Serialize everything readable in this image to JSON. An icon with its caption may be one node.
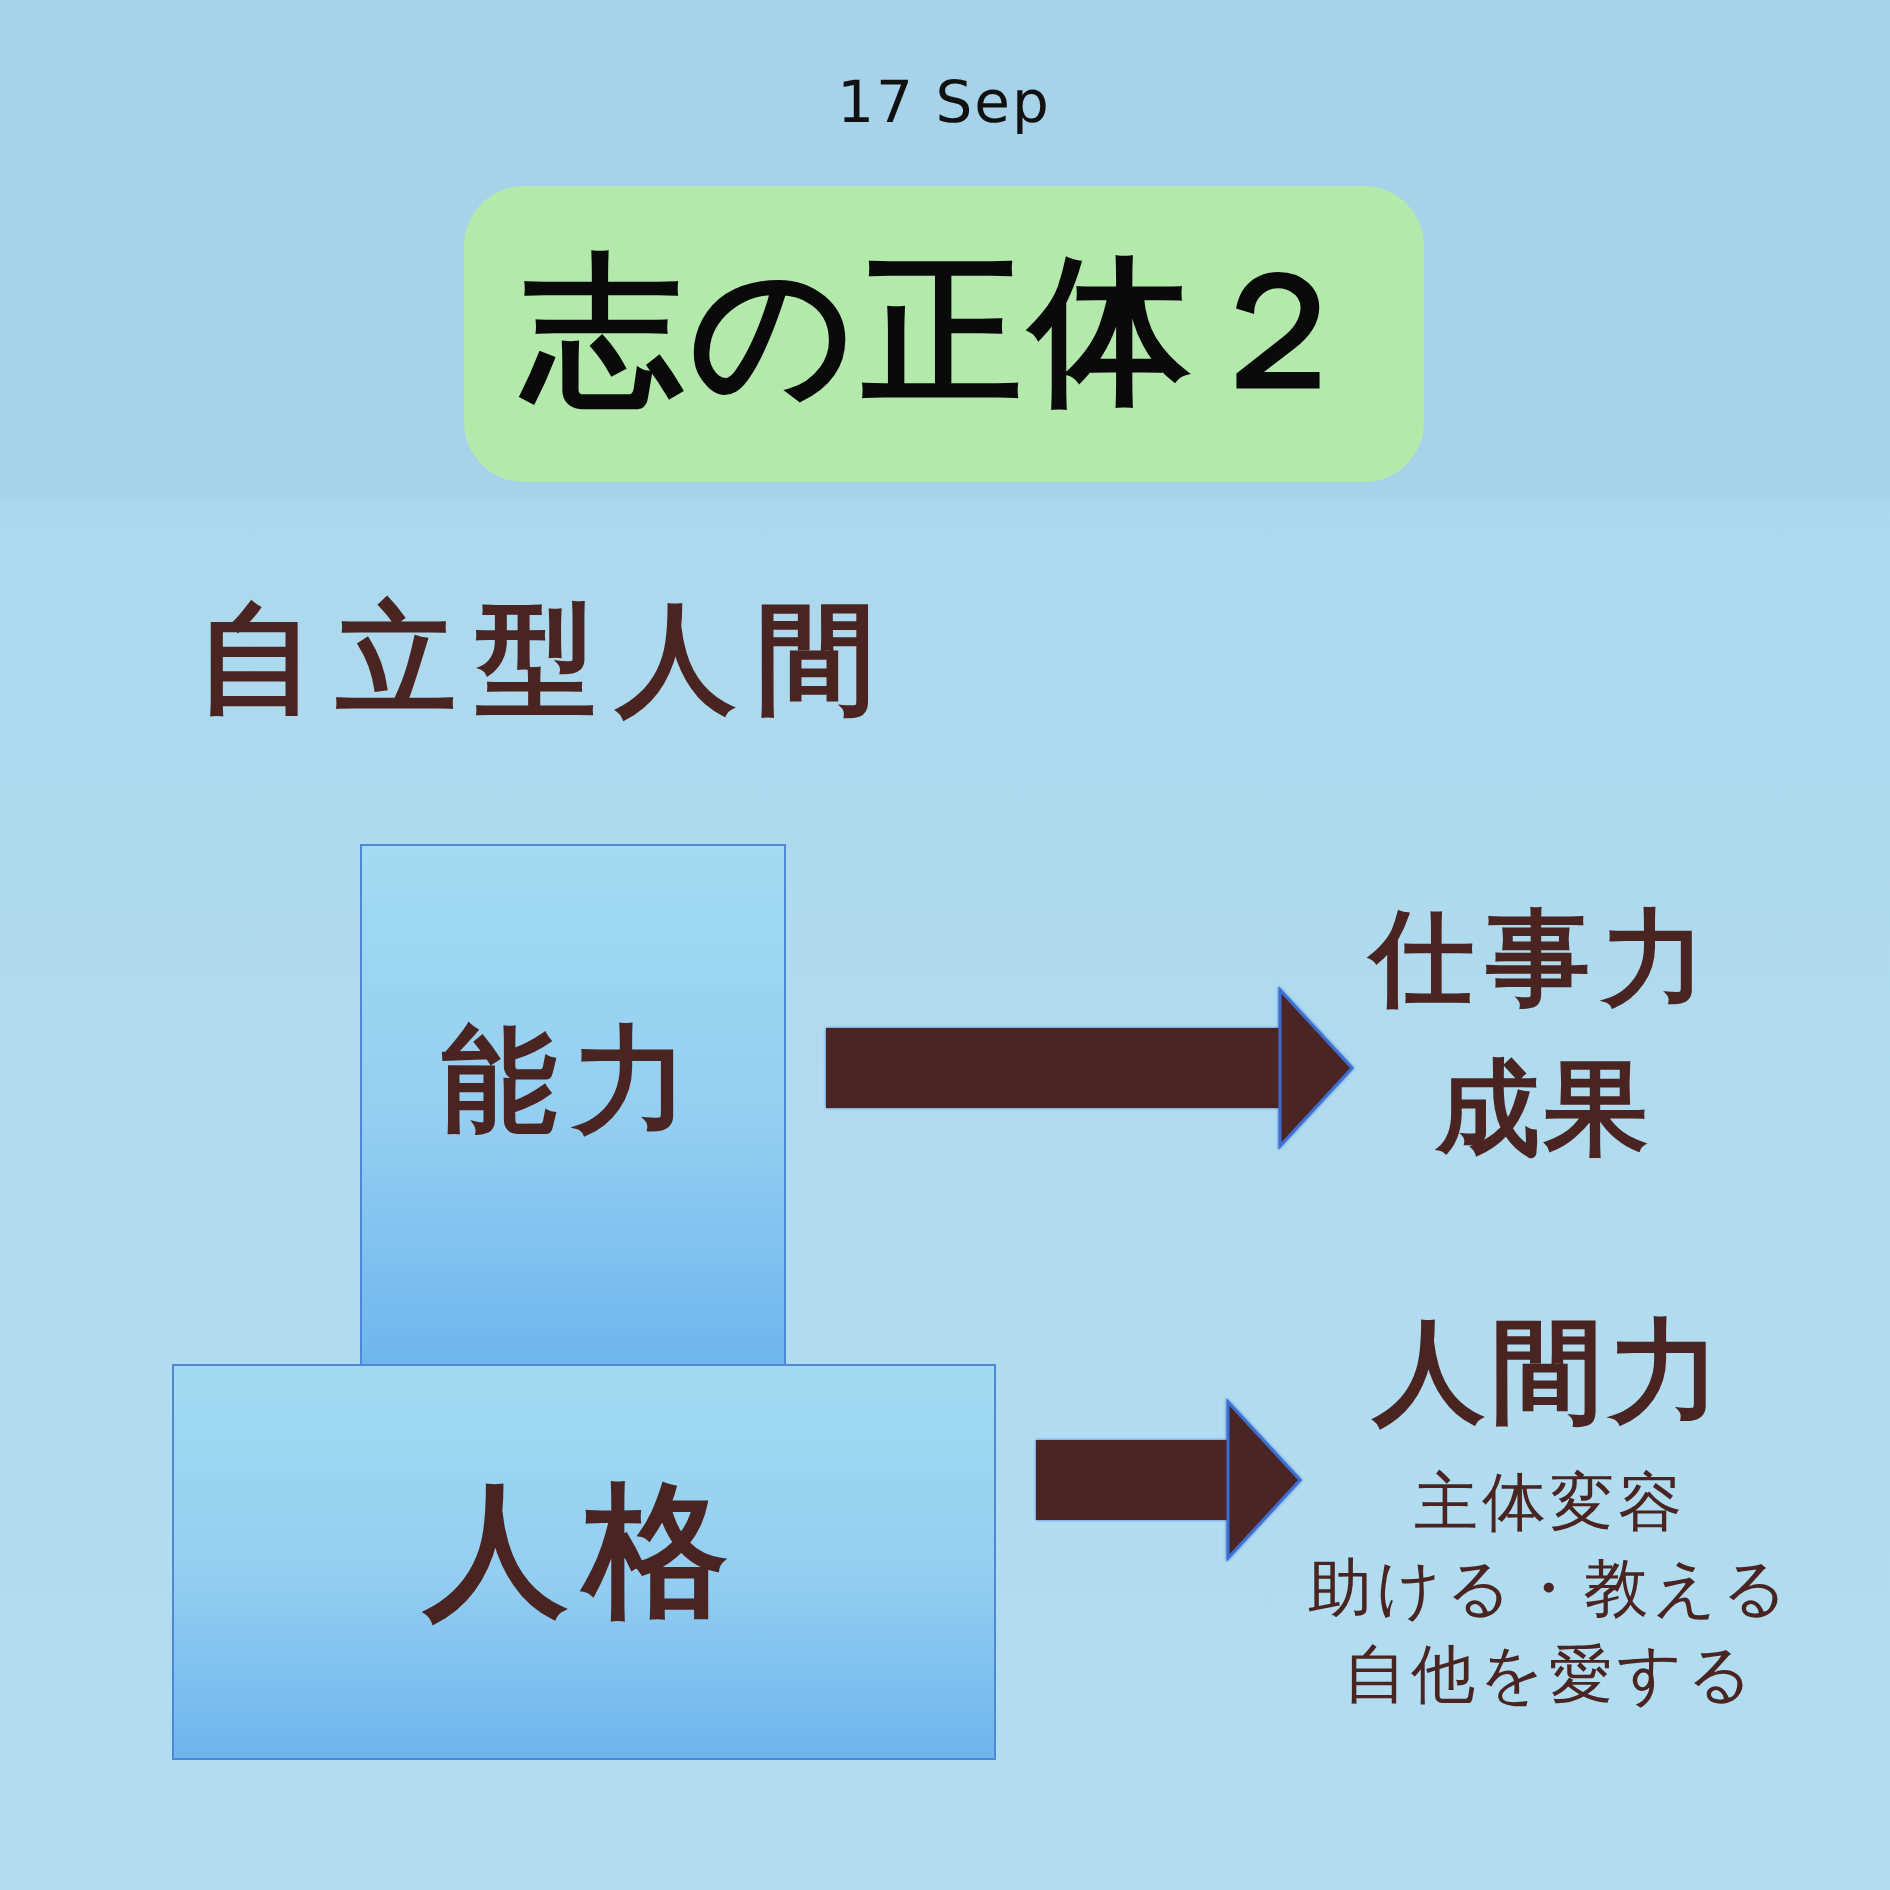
{
  "diagram": {
    "title": "志の正体２",
    "nodes": [
      {
        "text": [
          "能力"
        ]
      },
      {
        "text": [
          "人格"
        ]
      },
      {
        "text": [
          "仕事力",
          "成果"
        ]
      },
      {
        "text": [
          "人間力",
          "主体変容",
          "助ける・教える",
          "自他を愛する"
        ]
      }
    ],
    "edges": [
      {
        "from": 0,
        "to": 2,
        "arrow": "to"
      },
      {
        "from": 1,
        "to": 3,
        "arrow": "to"
      }
    ],
    "labels": [
      "17 Sep",
      "自立型人間"
    ]
  }
}
